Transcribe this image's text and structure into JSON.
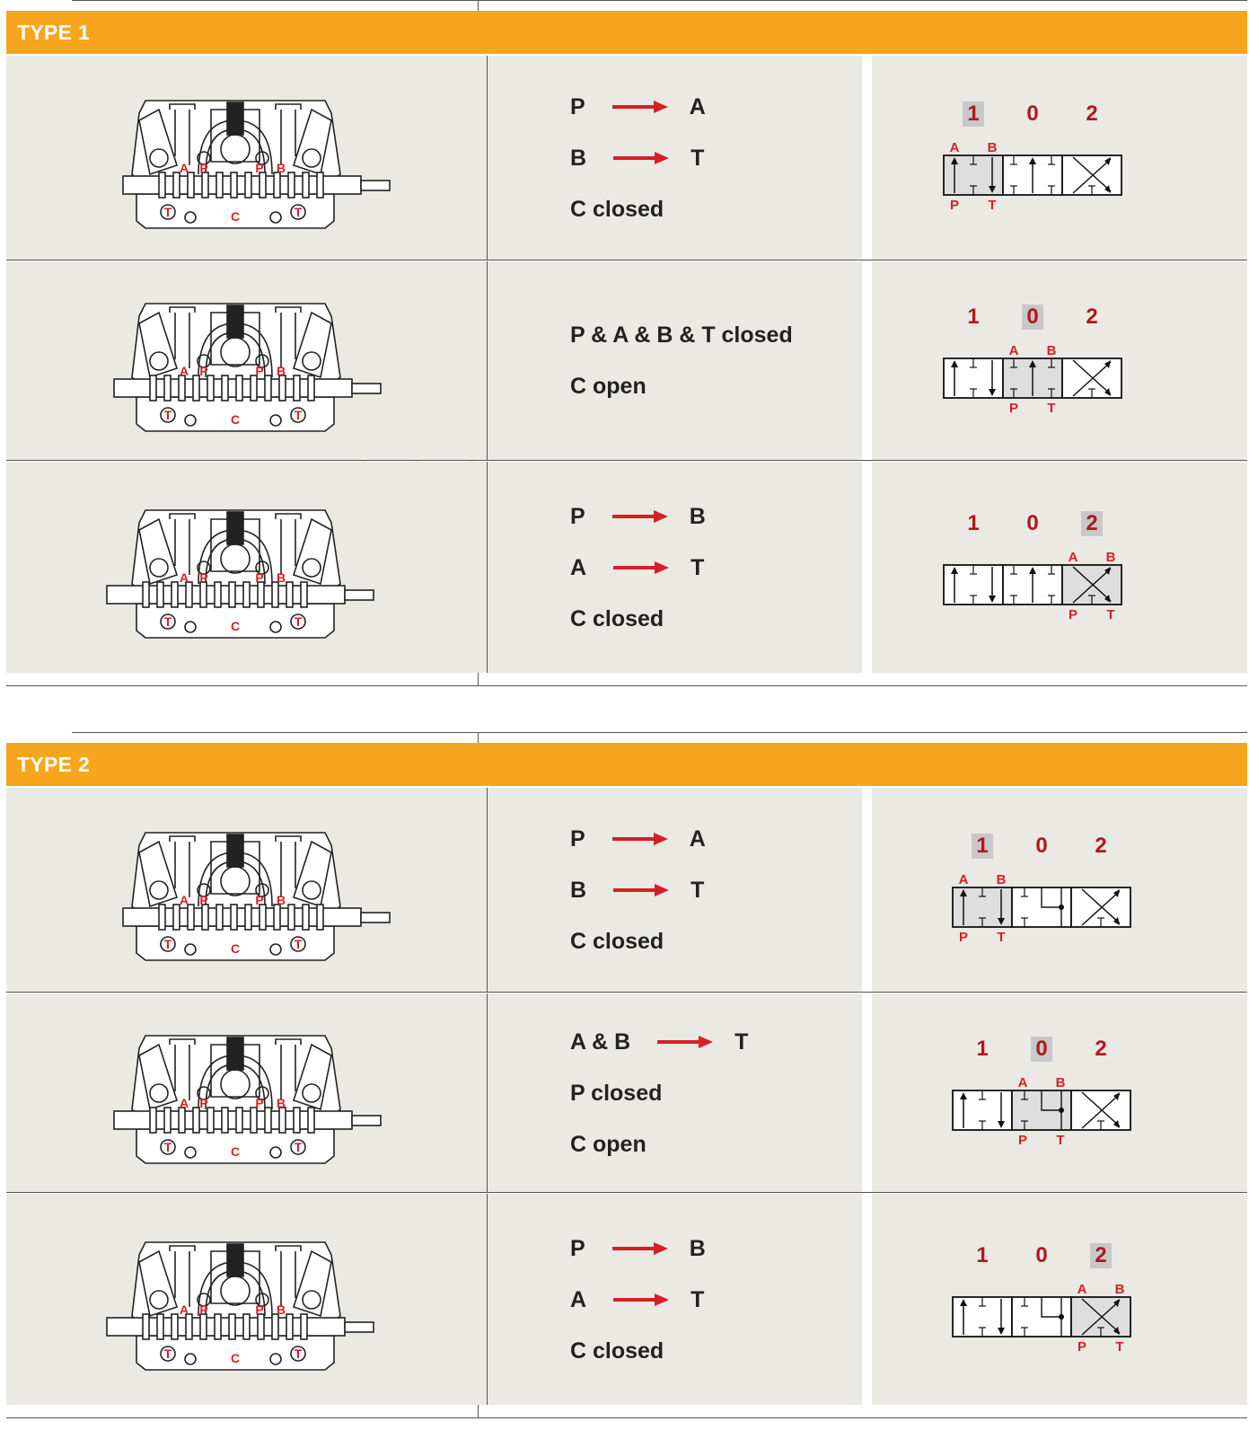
{
  "sections": [
    {
      "title": "TYPE 1",
      "rows": [
        {
          "lines": [
            {
              "from": "P",
              "to": "A"
            },
            {
              "from": "B",
              "to": "T"
            },
            {
              "text": "C closed"
            }
          ],
          "positions": [
            "1",
            "0",
            "2"
          ],
          "active": 0,
          "center": "open"
        },
        {
          "lines": [
            {
              "text": "P & A & B & T closed"
            },
            {
              "text": "C open"
            }
          ],
          "positions": [
            "1",
            "0",
            "2"
          ],
          "active": 1,
          "center": "open"
        },
        {
          "lines": [
            {
              "from": "P",
              "to": "B"
            },
            {
              "from": "A",
              "to": "T"
            },
            {
              "text": "C closed"
            }
          ],
          "positions": [
            "1",
            "0",
            "2"
          ],
          "active": 2,
          "center": "open"
        }
      ]
    },
    {
      "title": "TYPE 2",
      "rows": [
        {
          "lines": [
            {
              "from": "P",
              "to": "A"
            },
            {
              "from": "B",
              "to": "T"
            },
            {
              "text": "C closed"
            }
          ],
          "positions": [
            "1",
            "0",
            "2"
          ],
          "active": 0,
          "center": "tank"
        },
        {
          "lines": [
            {
              "from": "A & B",
              "to": "T"
            },
            {
              "text": "P closed"
            },
            {
              "text": "C open"
            }
          ],
          "positions": [
            "1",
            "0",
            "2"
          ],
          "active": 1,
          "center": "tank"
        },
        {
          "lines": [
            {
              "from": "P",
              "to": "B"
            },
            {
              "from": "A",
              "to": "T"
            },
            {
              "text": "C closed"
            }
          ],
          "positions": [
            "1",
            "0",
            "2"
          ],
          "active": 2,
          "center": "tank"
        }
      ]
    }
  ],
  "port_labels": {
    "A": "A",
    "B": "B",
    "P": "P",
    "T": "T",
    "C": "C"
  },
  "watermark": "YOULI",
  "colors": {
    "header": "#f7a51d",
    "cell": "#ebe9e4",
    "red": "#d61f26",
    "dark_red": "#b3161d",
    "active_box": "#c8c8c8"
  }
}
